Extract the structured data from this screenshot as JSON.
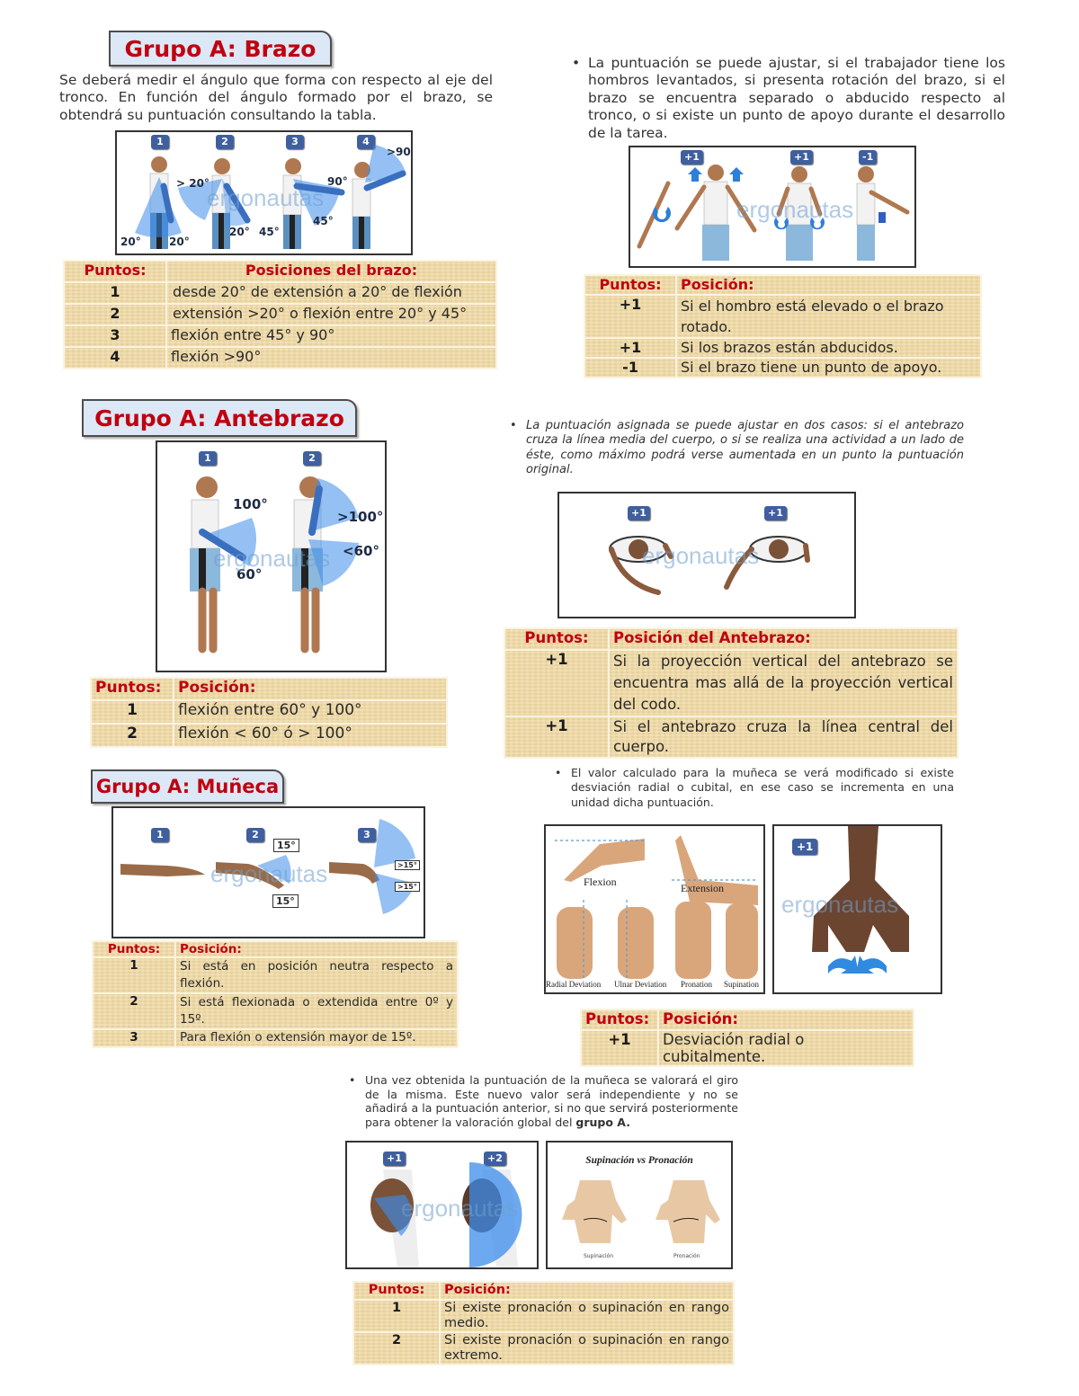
{
  "brazo": {
    "title": "Grupo A: Brazo",
    "intro": "Se deberá medir el ángulo que forma con respecto al eje del tronco. En función del ángulo formado por el brazo, se obtendrá su puntuación consultando la tabla.",
    "figure": {
      "badges": [
        "1",
        "2",
        "3",
        "4"
      ],
      "labels": [
        "20°",
        "20°",
        "> 20°",
        "20°",
        "45°",
        "90°",
        "45°",
        ">90°"
      ],
      "watermark": "ergonautas"
    },
    "table": {
      "headers": [
        "Puntos:",
        "Posiciones del brazo:"
      ],
      "rows": [
        {
          "points": "1",
          "text": "desde 20° de extensión a 20° de flexión"
        },
        {
          "points": "2",
          "text": "extensión >20° o flexión entre 20° y 45°"
        },
        {
          "points": "3",
          "text": "flexión entre 45° y 90°"
        },
        {
          "points": "4",
          "text": "flexión >90°"
        }
      ]
    },
    "adjust_note": "La puntuación se puede ajustar, si el trabajador tiene los hombros levantados, si presenta rotación del brazo, si el brazo se encuentra separado o abducido respecto al tronco, o si existe un punto de apoyo durante el desarrollo de la tarea.",
    "adjust_figure": {
      "badges": [
        "+1",
        "+1",
        "-1"
      ],
      "watermark": "ergonautas"
    },
    "adjust_table": {
      "headers": [
        "Puntos:",
        "Posición:"
      ],
      "rows": [
        {
          "points": "+1",
          "text": "Si el hombro está elevado o el brazo rotado."
        },
        {
          "points": "+1",
          "text": "Si los brazos están abducidos."
        },
        {
          "points": "-1",
          "text": "Si el brazo tiene un punto de apoyo."
        }
      ]
    }
  },
  "antebrazo": {
    "title": "Grupo A: Antebrazo",
    "figure": {
      "badges": [
        "1",
        "2"
      ],
      "labels": [
        "100°",
        "60°",
        ">100°",
        "<60°"
      ],
      "watermark": "ergonautas"
    },
    "table": {
      "headers": [
        "Puntos:",
        "Posición:"
      ],
      "rows": [
        {
          "points": "1",
          "text": "flexión entre 60° y 100°"
        },
        {
          "points": "2",
          "text": "flexión < 60° ó > 100°"
        }
      ]
    },
    "adjust_note": "La puntuación asignada se puede ajustar en dos casos: si el antebrazo cruza la línea media del cuerpo, o si se realiza una actividad a un lado de éste, como máximo podrá verse aumentada en un punto la puntuación original.",
    "adjust_figure": {
      "badges": [
        "+1",
        "+1"
      ],
      "watermark": "ergonautas"
    },
    "adjust_table": {
      "headers": [
        "Puntos:",
        "Posición del Antebrazo:"
      ],
      "rows": [
        {
          "points": "+1",
          "text": "Si la proyección vertical del antebrazo se encuentra mas allá de la proyección vertical del codo."
        },
        {
          "points": "+1",
          "text": "Si el antebrazo cruza la línea central del cuerpo."
        }
      ]
    }
  },
  "muneca": {
    "title": "Grupo A: Muñeca",
    "figure": {
      "badges": [
        "1",
        "2",
        "3"
      ],
      "labels": [
        "15°",
        "15°",
        ">15°",
        ">15°"
      ],
      "watermark": "ergonautas"
    },
    "table": {
      "headers": [
        "Puntos:",
        "Posición:"
      ],
      "rows": [
        {
          "points": "1",
          "text": "Si está en posición neutra respecto a flexión."
        },
        {
          "points": "2",
          "text": "Si está flexionada o extendida entre 0º y 15º."
        },
        {
          "points": "3",
          "text": "Para flexión o extensión mayor de 15º."
        }
      ]
    },
    "adjust_note": "El valor calculado para la muñeca se verá modificado si existe desviación radial o cubital, en ese caso se incrementa en una unidad dicha puntuación.",
    "adjust_figure": {
      "captions": [
        "Flexion",
        "Extension",
        "Radial Deviation",
        "Ulnar Deviation",
        "Pronation",
        "Supination"
      ],
      "badge": "+1",
      "watermark": "ergonautas"
    },
    "adjust_table": {
      "headers": [
        "Puntos:",
        "Posición:"
      ],
      "rows": [
        {
          "points": "+1",
          "text": "Desviación radial o cubitalmente."
        }
      ]
    }
  },
  "giro": {
    "note_main": "Una vez obtenida la puntuación de la muñeca se valorará el giro de la misma. Este nuevo valor será independiente y no se añadirá a la puntuación anterior, si no que servirá posteriormente para obtener la valoración global del ",
    "note_bold": "grupo A.",
    "figure_left": {
      "badges": [
        "+1",
        "+2"
      ],
      "watermark": "ergonautas"
    },
    "figure_right": {
      "title": "Supinación vs Pronación",
      "captions": [
        "Supinación",
        "Pronación"
      ]
    },
    "table": {
      "headers": [
        "Puntos:",
        "Posición:"
      ],
      "rows": [
        {
          "points": "1",
          "text": "Si existe pronación o supinación en rango medio."
        },
        {
          "points": "2",
          "text": "Si existe pronación o supinación en rango extremo."
        }
      ]
    }
  },
  "colors": {
    "title_red": "#c00010",
    "title_bg": "#dce8f5",
    "table_bg": "#f0d9a4",
    "badge_blue": "#3f5f9f",
    "angle_fan": "#3c8ceb"
  }
}
